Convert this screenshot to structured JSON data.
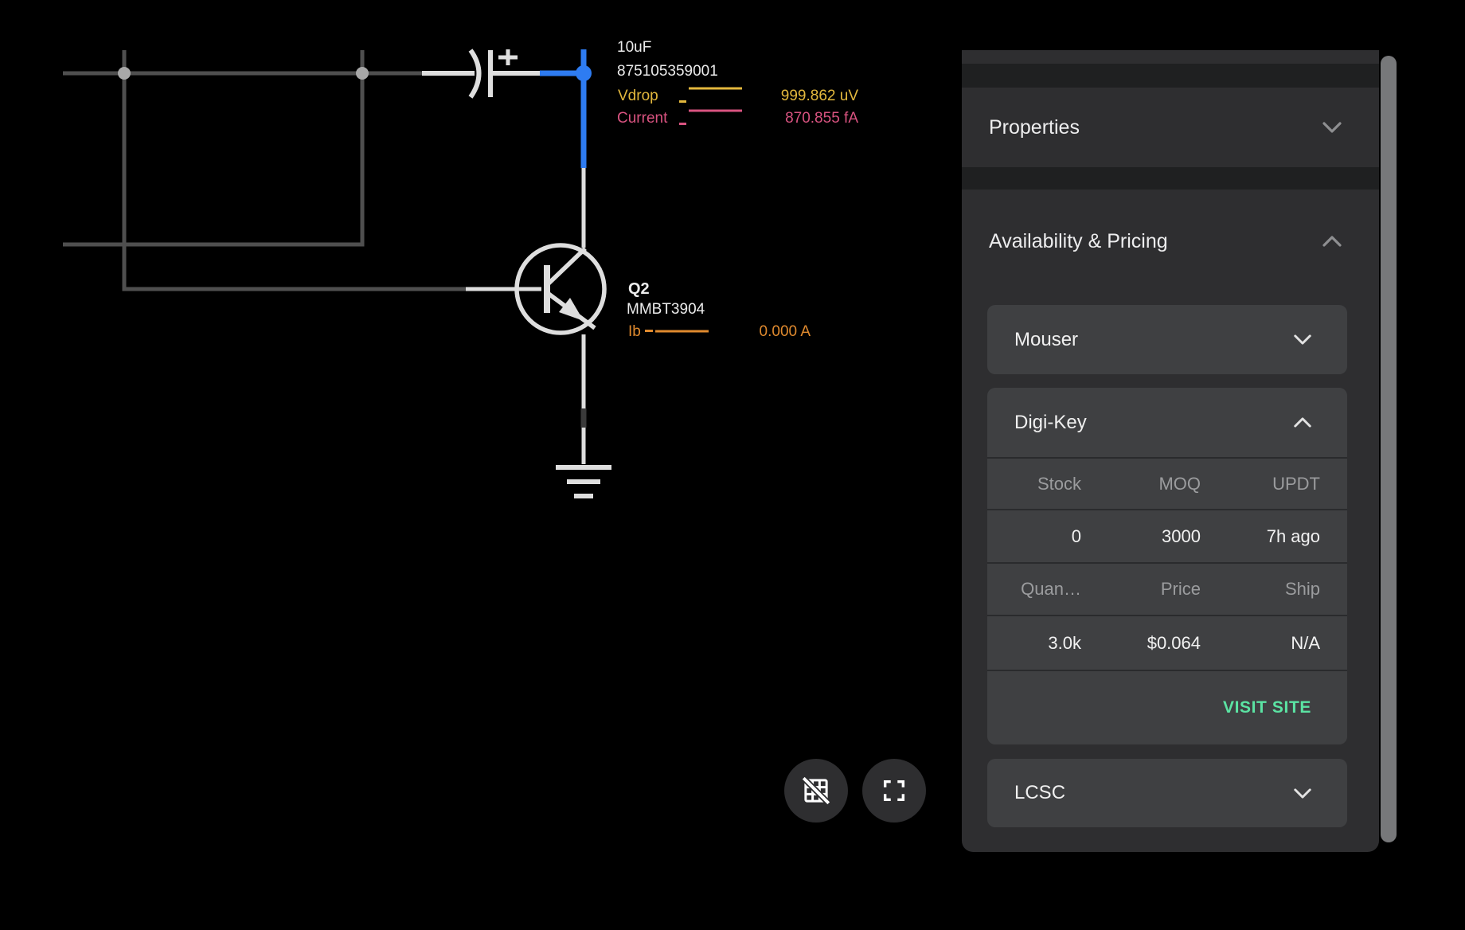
{
  "schematic": {
    "capacitor": {
      "value_label": "10uF",
      "part_number": "875105359001",
      "vdrop_label": "Vdrop",
      "vdrop_value": "999.862 uV",
      "current_label": "Current",
      "current_value": "870.855 fA"
    },
    "transistor": {
      "designator": "Q2",
      "part_number": "MMBT3904",
      "ib_label": "Ib",
      "ib_value": "0.000 A"
    },
    "colors": {
      "selected_net_blue": "#2E7CF2",
      "vdrop_yellow": "#E3B83D",
      "current_pink": "#D95380",
      "ib_orange": "#E08A2E"
    }
  },
  "canvas_toolbar": {
    "grid_button_icon": "grid-off",
    "fullscreen_button_icon": "fullscreen"
  },
  "panel": {
    "properties_section": {
      "label": "Properties"
    },
    "availability_section": {
      "label": "Availability & Pricing"
    },
    "vendors": {
      "mouser": {
        "name": "Mouser"
      },
      "digikey": {
        "name": "Digi-Key",
        "stock_headers": [
          "Stock",
          "MOQ",
          "UPDT"
        ],
        "stock_row": [
          "0",
          "3000",
          "7h ago"
        ],
        "price_headers": [
          "Quan…",
          "Price",
          "Ship"
        ],
        "price_row": [
          "3.0k",
          "$0.064",
          "N/A"
        ],
        "link_label": "VISIT SITE"
      },
      "lcsc": {
        "name": "LCSC"
      }
    },
    "link_color": "#5BE3A3"
  }
}
